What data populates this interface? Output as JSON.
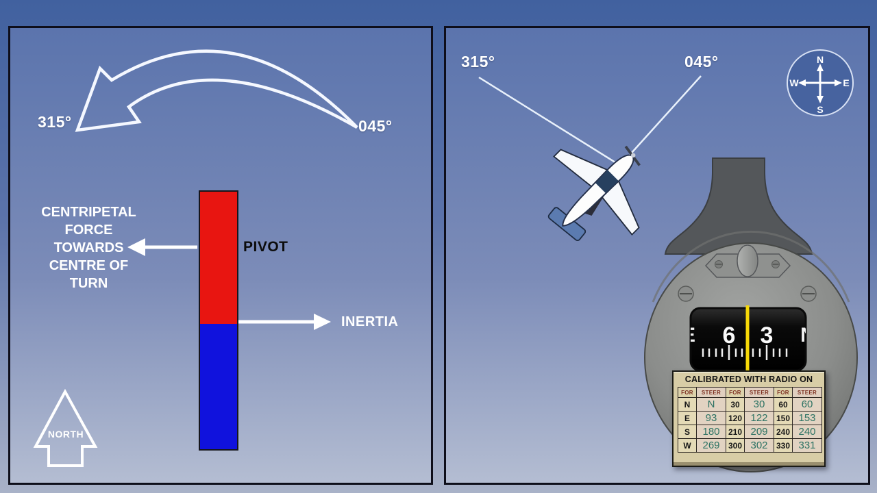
{
  "left_panel": {
    "label_315": "315°",
    "label_045": "045°",
    "centripetal_text": "CENTRIPETAL\nFORCE\nTOWARDS\nCENTRE OF\nTURN",
    "pivot_label": "PIVOT",
    "inertia_label": "INERTIA",
    "north_label": "NORTH",
    "colors": {
      "bar_top": "#e81511",
      "bar_bottom": "#1012dd"
    }
  },
  "right_panel": {
    "label_315": "315°",
    "label_045": "045°",
    "compass_rose": {
      "n": "N",
      "e": "E",
      "s": "S",
      "w": "W"
    },
    "compass_window": {
      "left_letter": "E",
      "num_60": "6",
      "num_30": "3",
      "right_letter": "N",
      "lubber_color": "#f7d908"
    },
    "correction_card": {
      "title": "CALIBRATED WITH RADIO ON",
      "headers": [
        "FOR",
        "STEER",
        "FOR",
        "STEER",
        "FOR",
        "STEER"
      ],
      "rows": [
        [
          "N",
          "N",
          "30",
          "30",
          "60",
          "60"
        ],
        [
          "E",
          "93",
          "120",
          "122",
          "150",
          "153"
        ],
        [
          "S",
          "180",
          "210",
          "209",
          "240",
          "240"
        ],
        [
          "W",
          "269",
          "300",
          "302",
          "330",
          "331"
        ]
      ],
      "steer_text_color": "#2c7263"
    }
  }
}
